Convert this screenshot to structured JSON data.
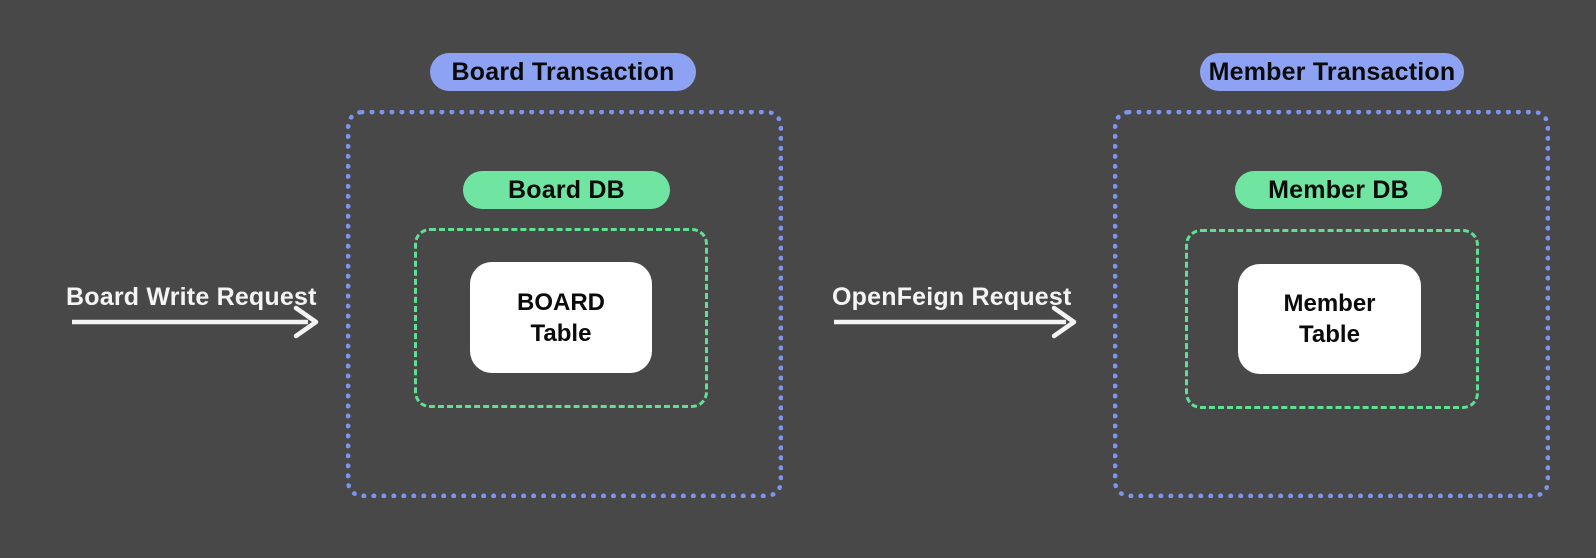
{
  "diagram": {
    "background_color": "#484848",
    "groups": [
      {
        "id": "board",
        "transaction_label": "Board Transaction",
        "db_label": "Board DB",
        "table_line1": "BOARD",
        "table_line2": "Table"
      },
      {
        "id": "member",
        "transaction_label": "Member Transaction",
        "db_label": "Member DB",
        "table_line1": "Member",
        "table_line2": "Table"
      }
    ],
    "arrows": [
      {
        "id": "board-write",
        "label": "Board Write Request"
      },
      {
        "id": "openfeign",
        "label": "OpenFeign Request"
      }
    ],
    "colors": {
      "transaction_pill": "#8da2f2",
      "transaction_boundary_dots": "#7e94ee",
      "db_pill": "#6fe5a1",
      "db_scope_dashes": "#5fe093",
      "table_node_bg": "#ffffff",
      "dark_text": "#0b0b0b",
      "light_text": "#f4f4f4"
    }
  }
}
